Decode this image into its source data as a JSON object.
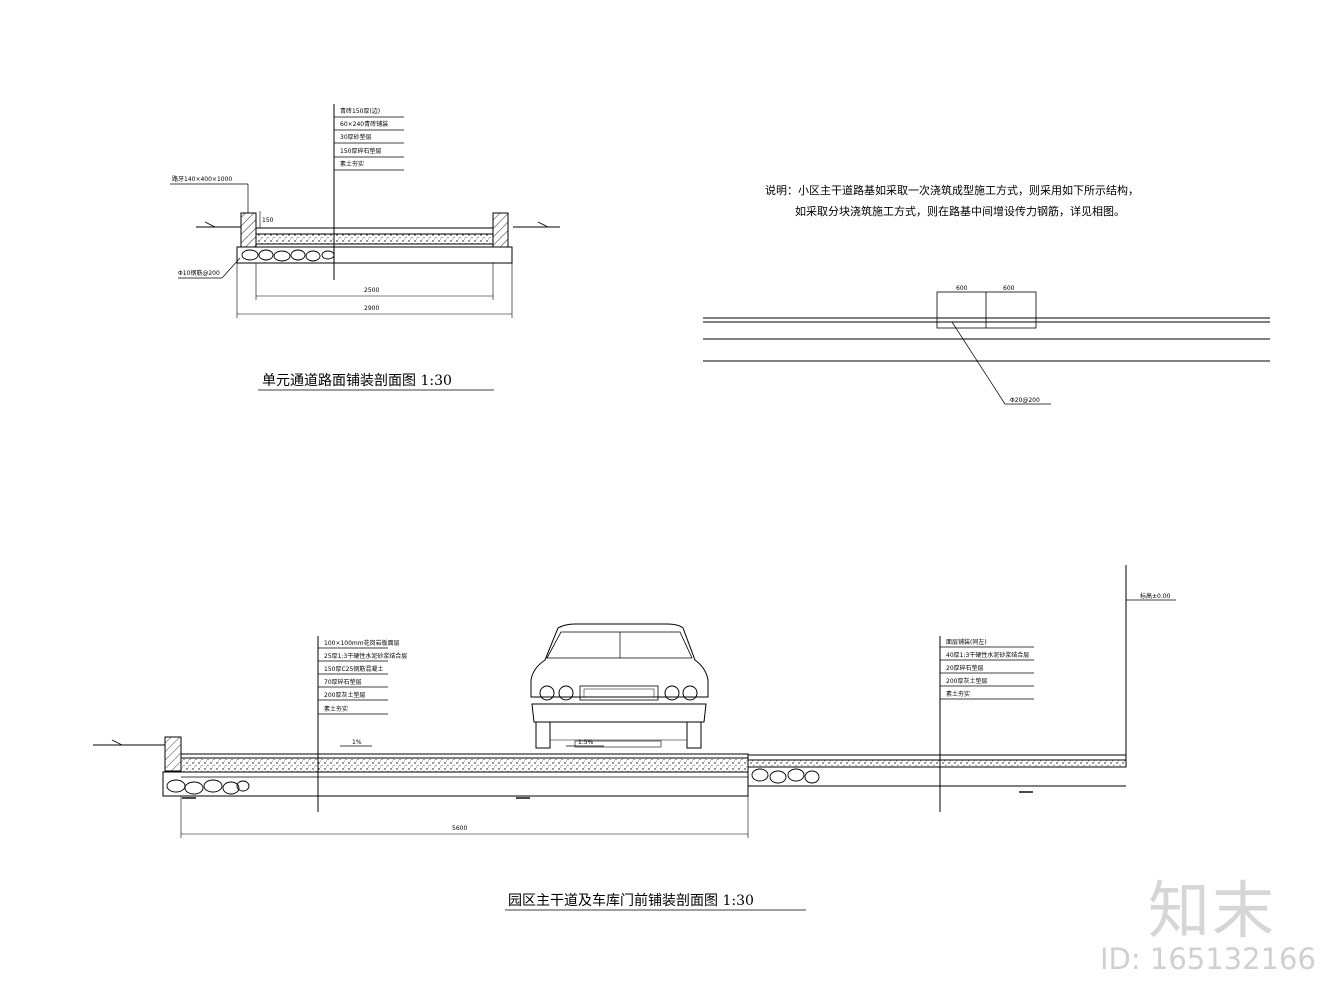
{
  "drawing1": {
    "title": "单元通道路面铺装剖面图  1:30",
    "layers": [
      "青砖150厚(边)",
      "60×240青砖铺装",
      "30厚砂垫层",
      "150厚碎石垫层",
      "素土夯实"
    ],
    "curb_label": "路牙140×400×1000",
    "base_label": "Φ10钢筋@200",
    "dim_inner": "2500",
    "dim_outer": "2900",
    "dim_curb_h": "150"
  },
  "drawing2": {
    "note_line1": "说明：小区主干道路基如采取一次浇筑成型施工方式，则采用如下所示结构，",
    "note_line2": "如采取分块浇筑施工方式，则在路基中间增设传力钢筋，详见相图。",
    "dim_left": "600",
    "dim_right": "600",
    "leader_label": "Φ20@200"
  },
  "drawing3": {
    "title": "园区主干道及车库门前铺装剖面图  1:30",
    "left_layers": [
      "100×100mm花岗岩板面层",
      "25厚1:3干硬性水泥砂浆结合层",
      "150厚C25钢筋混凝土",
      "70厚碎石垫层",
      "200厚灰土垫层",
      "素土夯实"
    ],
    "right_layers": [
      "面层铺装(同左)",
      "40厚1:3干硬性水泥砂浆结合层",
      "20厚碎石垫层",
      "200厚灰土垫层",
      "素土夯实"
    ],
    "slope_left": "1%",
    "slope_mid": "1.5%",
    "dim_width": "5600",
    "elev_label": "标高±0.00"
  },
  "watermark": {
    "logo": "知末",
    "id": "ID: 165132166"
  },
  "colors": {
    "line": "#000000",
    "watermark": "#d0d0d0"
  }
}
